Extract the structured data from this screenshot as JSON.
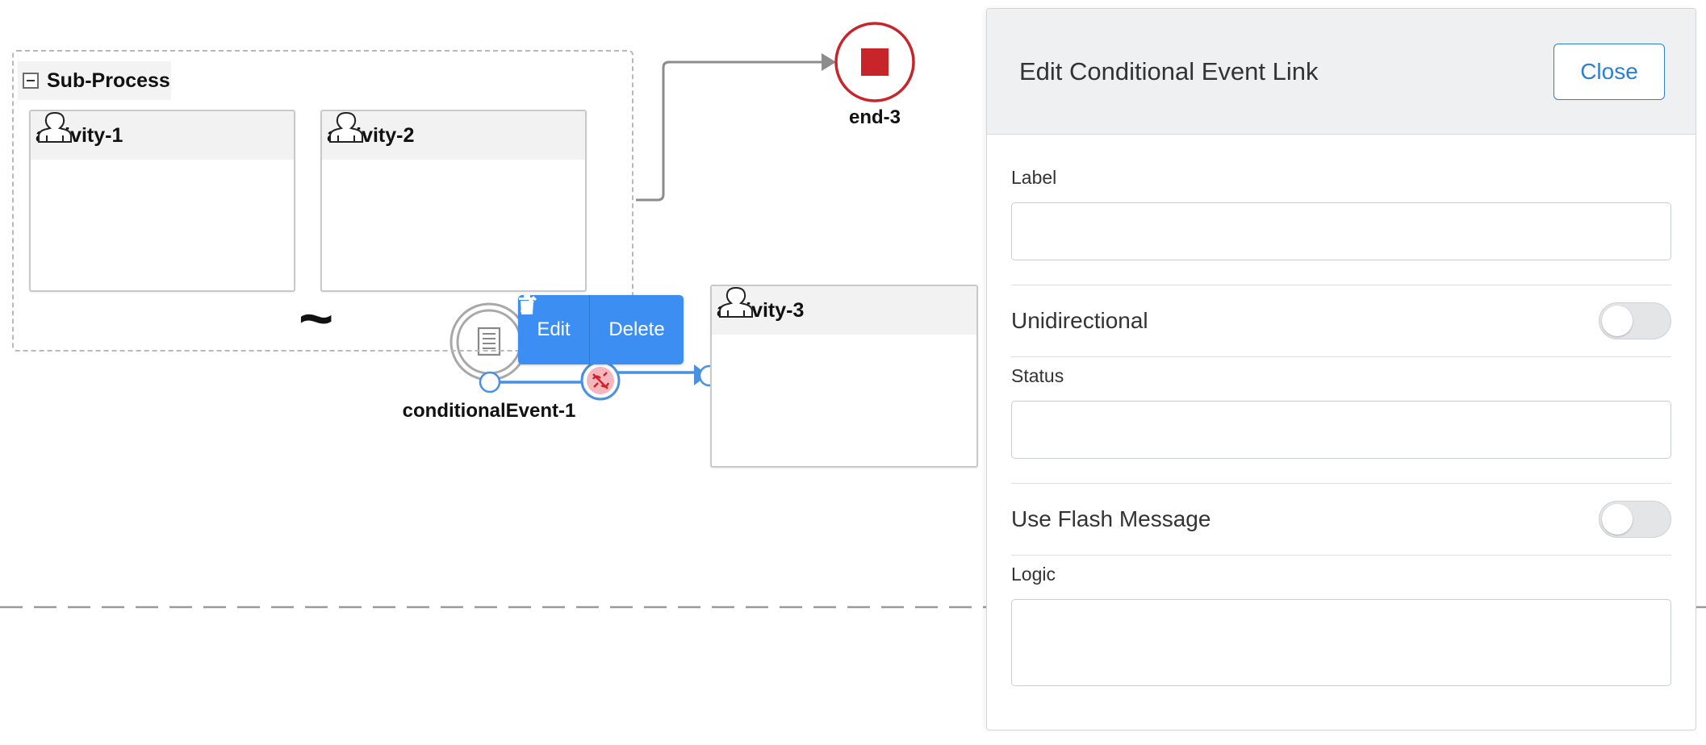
{
  "diagram": {
    "subprocess": {
      "title": "Sub-Process"
    },
    "activities": [
      {
        "label": "activity-1"
      },
      {
        "label": "activity-2"
      },
      {
        "label": "activity-3"
      }
    ],
    "end_event": {
      "label": "end-3",
      "color": "#c8252b"
    },
    "conditional_event": {
      "label": "conditionalEvent-1"
    },
    "link_toolbar": {
      "edit_label": "Edit",
      "delete_label": "Delete",
      "color": "#3d8ef2"
    },
    "loop_marker": "~"
  },
  "panel": {
    "title": "Edit Conditional Event Link",
    "close_label": "Close",
    "fields": {
      "label": {
        "label": "Label",
        "value": ""
      },
      "unidirectional": {
        "label": "Unidirectional",
        "enabled": false
      },
      "status": {
        "label": "Status",
        "value": ""
      },
      "use_flash_message": {
        "label": "Use Flash Message",
        "enabled": false
      },
      "logic": {
        "label": "Logic",
        "value": ""
      }
    }
  },
  "colors": {
    "accent": "#2d7fd3",
    "link_selected": "#3d8ef2"
  }
}
